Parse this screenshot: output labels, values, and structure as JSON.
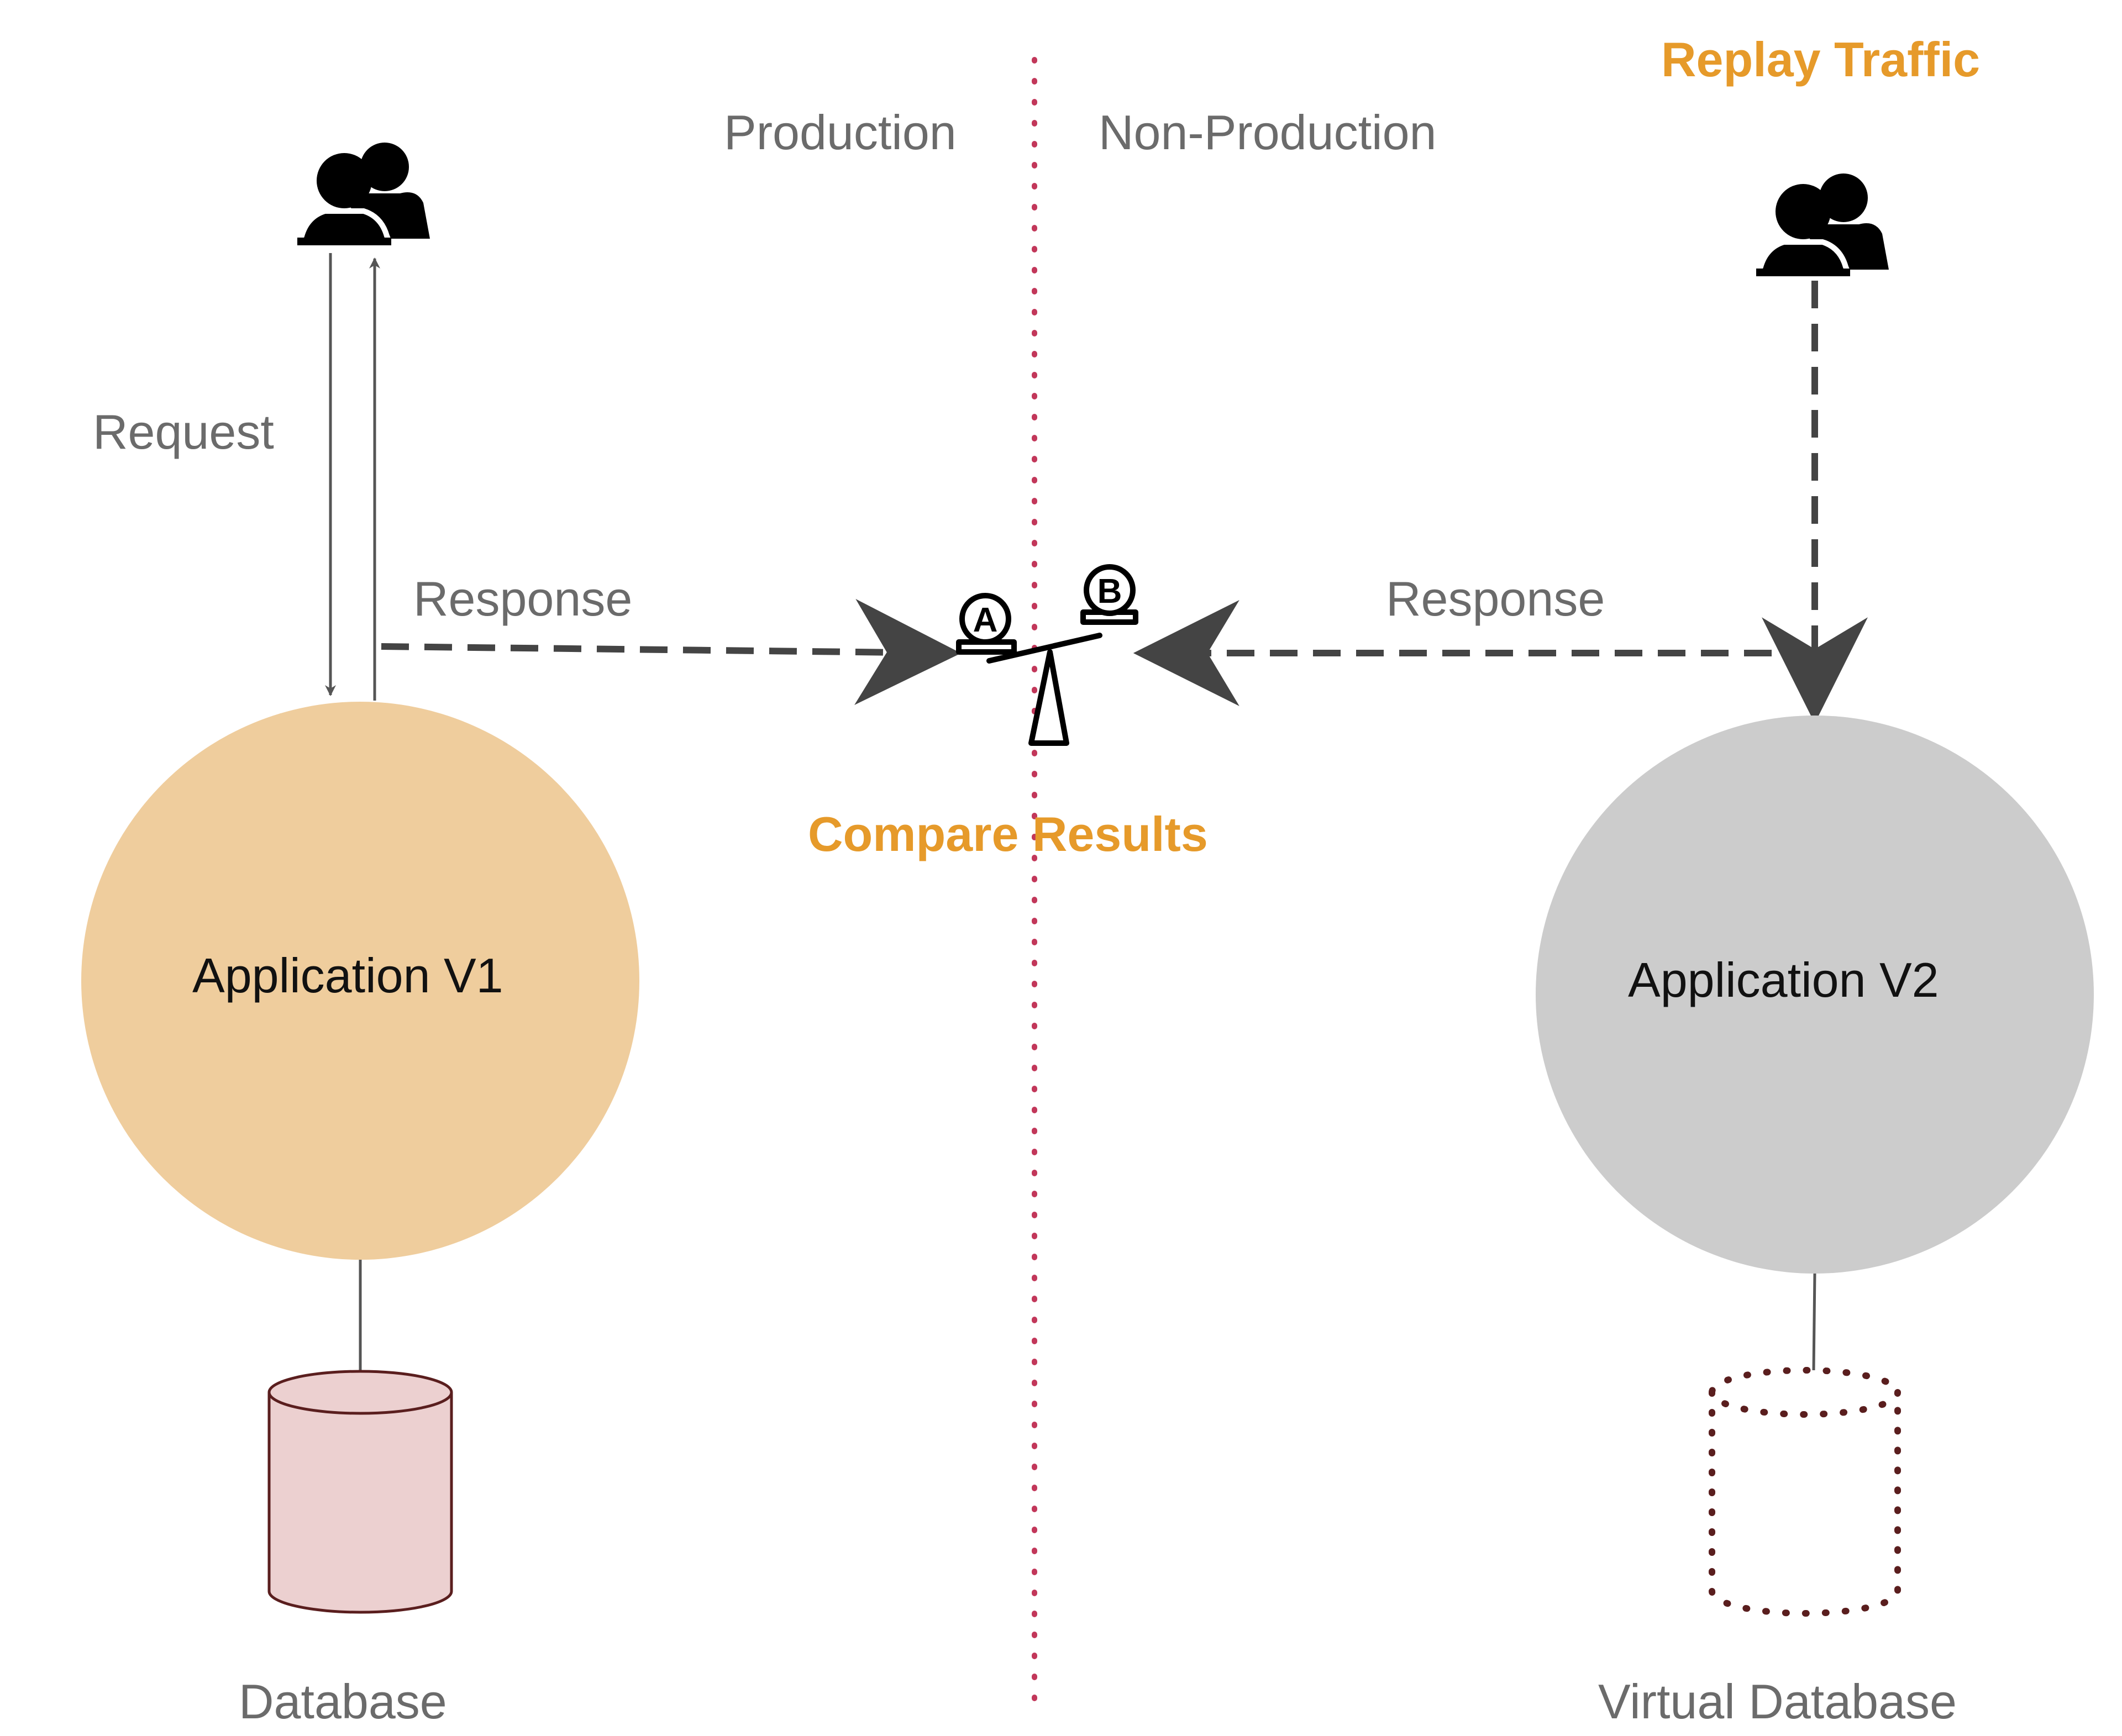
{
  "zones": {
    "production": "Production",
    "non_production": "Non-Production"
  },
  "labels": {
    "replay_traffic": "Replay Traffic",
    "request": "Request",
    "response_left": "Response",
    "response_right": "Response",
    "compare_results": "Compare Results"
  },
  "nodes": {
    "app_v1": "Application V1",
    "app_v2": "Application V2",
    "database": "Database",
    "virtual_database": "Virtual Database"
  },
  "scale_badges": {
    "left": "A",
    "right": "B"
  },
  "icons": {
    "users_production": "users-icon",
    "users_replay": "users-icon",
    "scale": "balance-scale-icon"
  },
  "colors": {
    "app_v1_fill": "#efcd9d",
    "app_v2_fill": "#cccccc",
    "database_fill": "#ecd0d0",
    "database_stroke": "#5a1e1e",
    "divider": "#c2375a",
    "accent": "#e69a2a",
    "arrow": "#444444",
    "label_text": "#6b6b6b"
  }
}
